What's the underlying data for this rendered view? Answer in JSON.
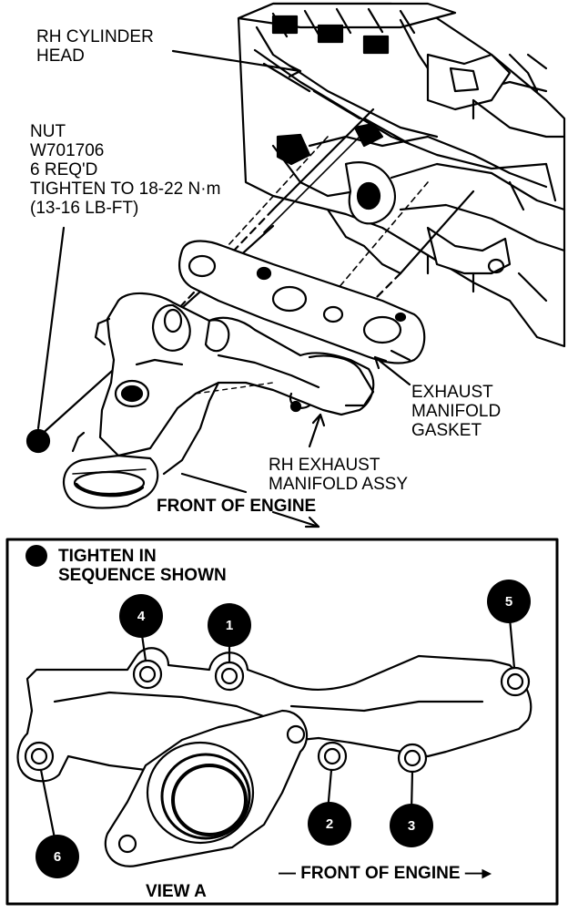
{
  "labels": {
    "cylinder_head": "RH CYLINDER\nHEAD",
    "nut": "NUT\nW701706\n6 REQ'D\nTIGHTEN TO 18-22 N·m\n(13-16 LB-FT)",
    "gasket": "EXHAUST\nMANIFOLD\nGASKET",
    "manifold_assy": "RH EXHAUST\nMANIFOLD ASSY",
    "front_of_engine_top": "FRONT OF ENGINE"
  },
  "view_a": {
    "legend": "TIGHTEN IN\nSEQUENCE SHOWN",
    "front_of_engine": "— FRONT OF ENGINE —▸",
    "view_label": "VIEW A",
    "sequence_markers": [
      "4",
      "1",
      "5",
      "6",
      "2",
      "3"
    ]
  },
  "colors": {
    "ink": "#000000",
    "paper": "#ffffff"
  }
}
